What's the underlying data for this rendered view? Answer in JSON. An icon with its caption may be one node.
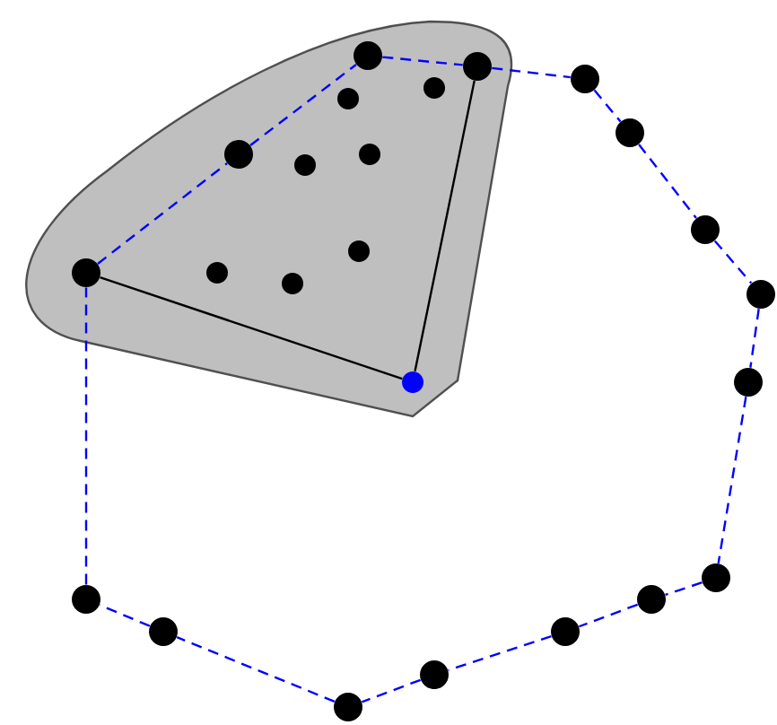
{
  "diagram": {
    "nodes": [
      {
        "text": [],
        "shape": "circle"
      },
      {
        "text": [],
        "shape": "circle"
      },
      {
        "text": [],
        "shape": "circle"
      },
      {
        "text": [],
        "shape": "circle"
      },
      {
        "text": [],
        "shape": "circle"
      },
      {
        "text": [],
        "shape": "circle"
      },
      {
        "text": [],
        "shape": "circle"
      },
      {
        "text": [],
        "shape": "circle"
      },
      {
        "text": [],
        "shape": "circle"
      },
      {
        "text": [],
        "shape": "circle"
      },
      {
        "text": [],
        "shape": "circle"
      },
      {
        "text": [],
        "shape": "circle"
      },
      {
        "text": [],
        "shape": "circle"
      },
      {
        "text": [],
        "shape": "circle"
      },
      {
        "text": [],
        "shape": "circle"
      },
      {
        "text": [],
        "shape": "circle"
      },
      {
        "text": [],
        "shape": "circle"
      },
      {
        "text": [],
        "shape": "circle"
      },
      {
        "text": [],
        "shape": "circle"
      },
      {
        "text": [],
        "shape": "circle"
      },
      {
        "text": [],
        "shape": "circle"
      },
      {
        "text": [],
        "shape": "circle"
      },
      {
        "text": [],
        "shape": "circle"
      },
      {
        "text": [],
        "shape": "circle"
      }
    ],
    "edges": [
      {
        "from": 0,
        "to": 1,
        "arrow": "none",
        "style": "dashed"
      },
      {
        "from": 1,
        "to": 2,
        "arrow": "none",
        "style": "dashed"
      },
      {
        "from": 2,
        "to": 5,
        "arrow": "none",
        "style": "dashed"
      },
      {
        "from": 5,
        "to": 9,
        "arrow": "none",
        "style": "dashed"
      },
      {
        "from": 9,
        "to": 14,
        "arrow": "none",
        "style": "dashed"
      },
      {
        "from": 14,
        "to": 16,
        "arrow": "none",
        "style": "dashed"
      },
      {
        "from": 16,
        "to": 17,
        "arrow": "none",
        "style": "dashed"
      },
      {
        "from": 17,
        "to": 19,
        "arrow": "none",
        "style": "dashed"
      },
      {
        "from": 19,
        "to": 21,
        "arrow": "none",
        "style": "dashed"
      },
      {
        "from": 21,
        "to": 22,
        "arrow": "none",
        "style": "dashed"
      },
      {
        "from": 22,
        "to": 23,
        "arrow": "none",
        "style": "dashed"
      },
      {
        "from": 23,
        "to": 20,
        "arrow": "none",
        "style": "dashed"
      },
      {
        "from": 20,
        "to": 18,
        "arrow": "none",
        "style": "dashed"
      },
      {
        "from": 18,
        "to": 11,
        "arrow": "none",
        "style": "dashed"
      },
      {
        "from": 11,
        "to": 6,
        "arrow": "none",
        "style": "dashed"
      },
      {
        "from": 6,
        "to": 0,
        "arrow": "none",
        "style": "dashed"
      },
      {
        "from": 11,
        "to": 15,
        "arrow": "none",
        "color": "#000000"
      },
      {
        "from": 15,
        "to": 1,
        "arrow": "none",
        "color": "#000000"
      }
    ]
  }
}
